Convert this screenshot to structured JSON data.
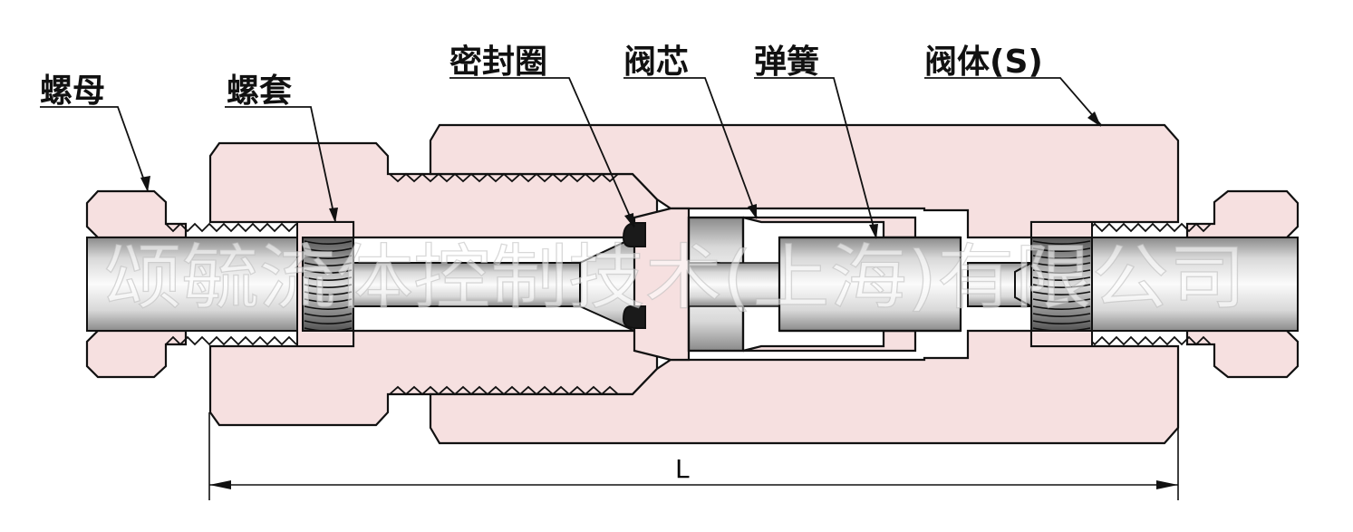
{
  "labels": {
    "nut": "螺母",
    "sleeve": "螺套",
    "seal_ring": "密封圈",
    "valve_core": "阀芯",
    "spring": "弹簧",
    "valve_body": "阀体(S)"
  },
  "dimension": {
    "length_label": "L"
  },
  "watermark": "颂毓流体控制技术(上海)有限公司",
  "colors": {
    "part_fill": "#f6e0e0",
    "outline": "#111111",
    "bore_light": "#f4f4f4",
    "bore_dark": "#8c8c8c",
    "seal": "#1a1a1a"
  }
}
